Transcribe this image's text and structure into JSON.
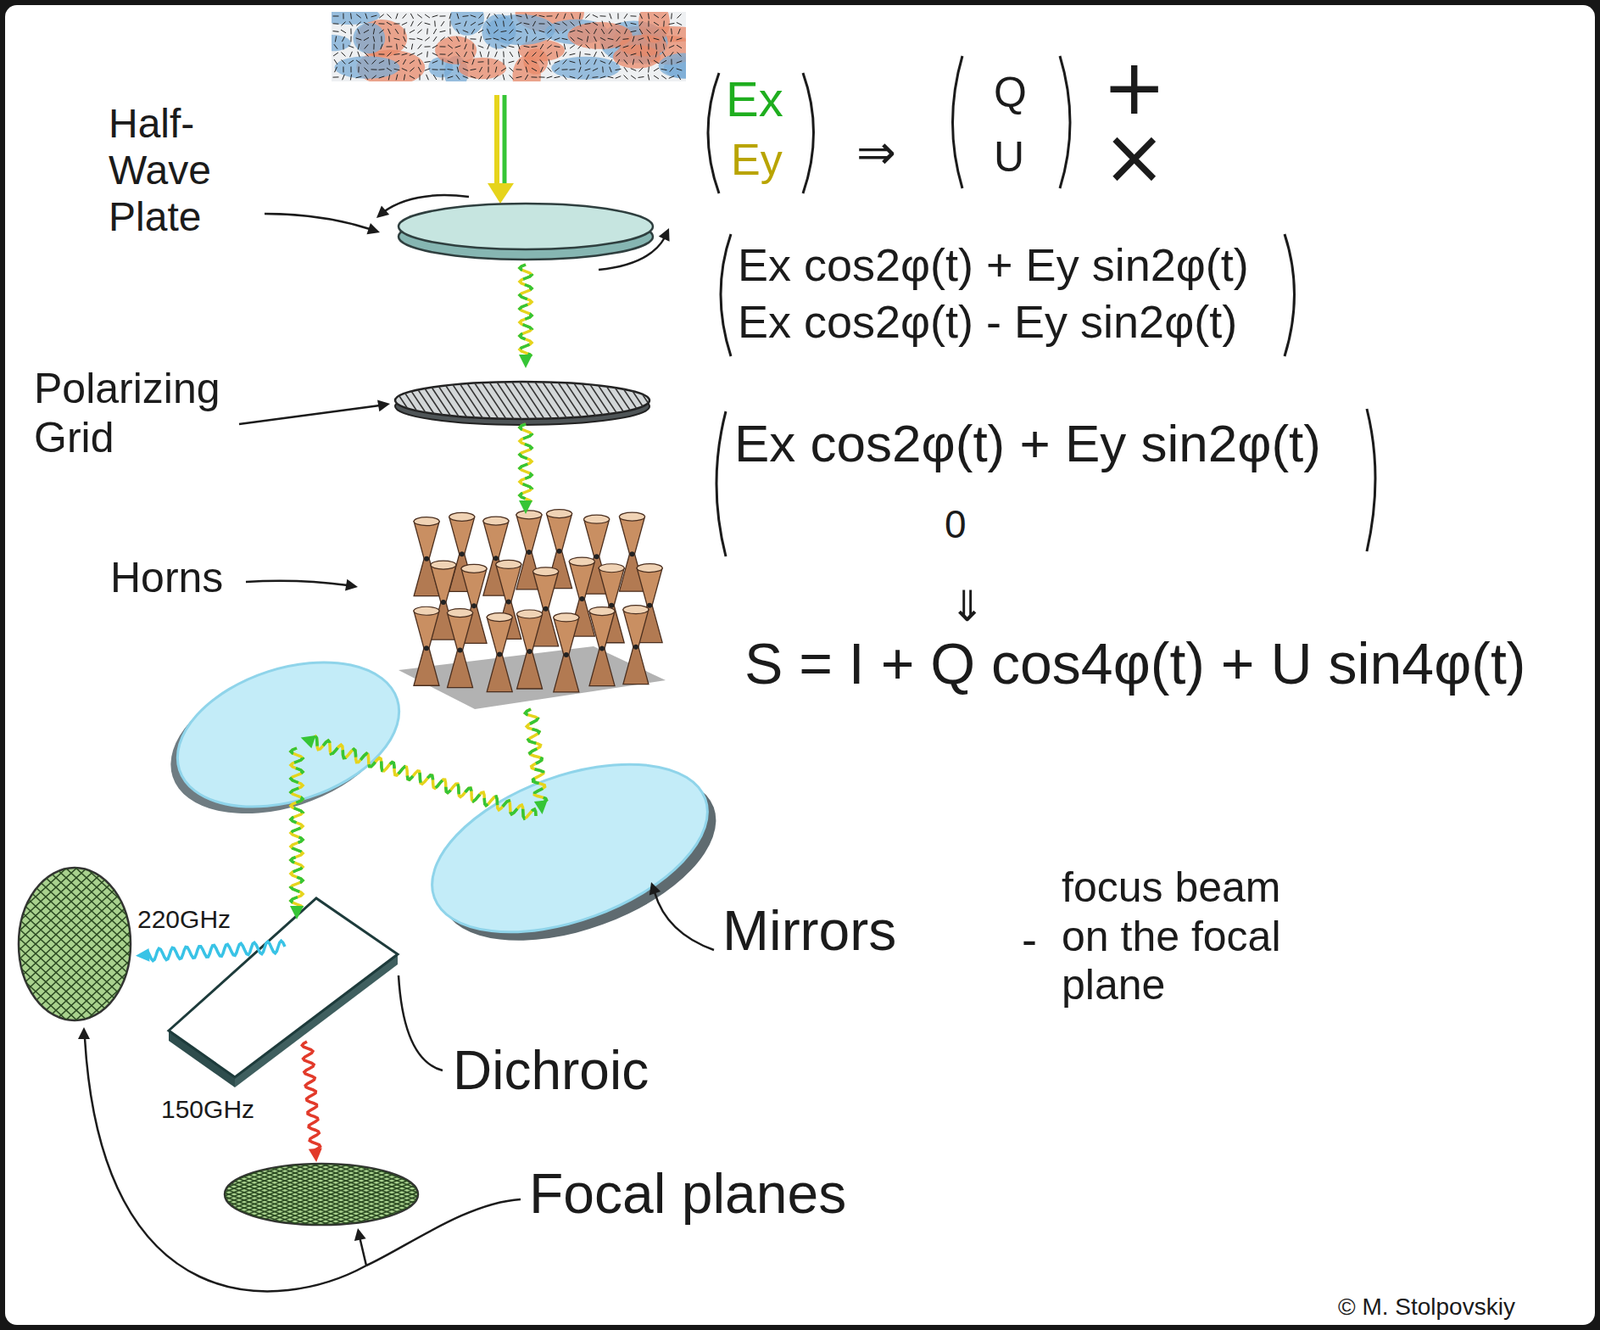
{
  "diagram": {
    "labels": [
      "Half- Wave Plate",
      "Ex",
      "Ey",
      "⇒",
      "Q",
      "U",
      "+",
      "×",
      "Ex cos2φ(t) + Ey sin2φ(t)",
      "Ex cos2φ(t) - Ey sin2φ(t)",
      "Polarizing Grid",
      "Ex cos2φ(t) + Ey sin2φ(t)",
      "0",
      "Horns",
      "⇓",
      "S = I + Q cos4φ(t) + U sin4φ(t)",
      "220GHz",
      "Mirrors",
      "-",
      "focus beam on the focal plane",
      "Dichroic",
      "150GHz",
      "Focal planes",
      "© M. Stolpovskiy"
    ]
  }
}
